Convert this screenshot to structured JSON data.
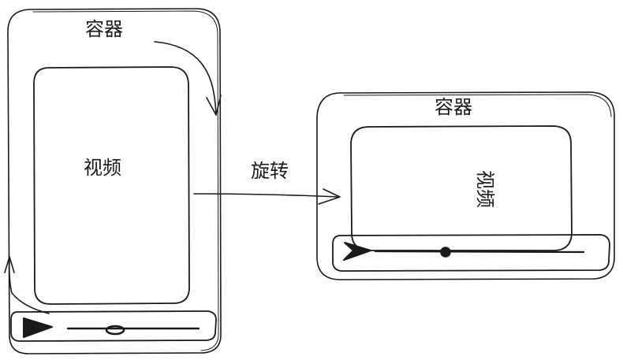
{
  "left_container": {
    "label": "容器",
    "video_label": "视频"
  },
  "arrow": {
    "label": "旋转"
  },
  "right_container": {
    "label": "容器",
    "video_label": "视频"
  },
  "colors": {
    "ink": "#1a1a1a",
    "background": "#ffffff"
  },
  "icons": {
    "play": "play-icon",
    "scrubber": "progress-thumb"
  }
}
